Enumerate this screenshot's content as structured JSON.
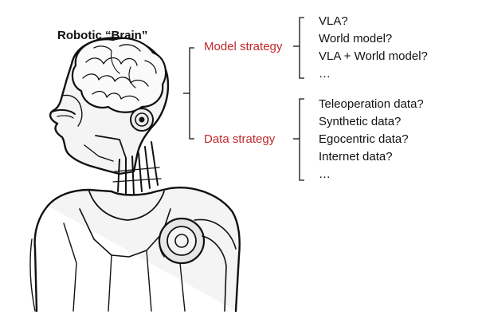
{
  "title": "Robotic “Brain”",
  "accent_color": "#c0282a",
  "model_strategy": {
    "label": "Model strategy",
    "options": [
      "VLA?",
      "World model?",
      "VLA + World model?",
      "…"
    ]
  },
  "data_strategy": {
    "label": "Data strategy",
    "options": [
      "Teleoperation data?",
      "Synthetic data?",
      "Egocentric data?",
      "Internet data?",
      "…"
    ]
  }
}
